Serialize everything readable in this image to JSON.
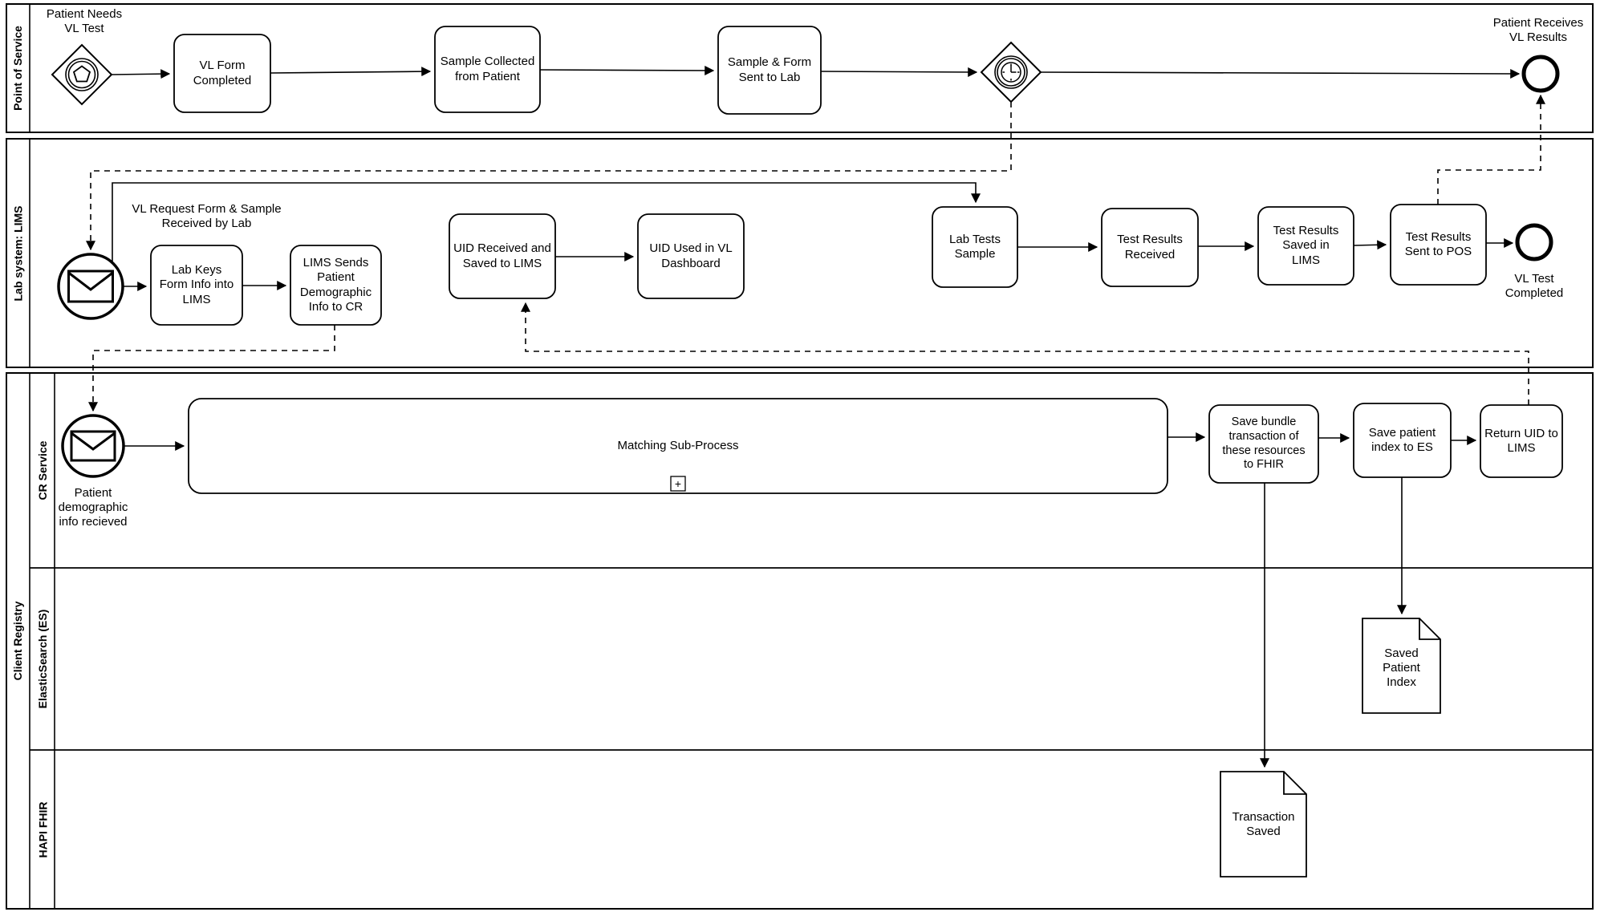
{
  "pools": {
    "point_of_service": {
      "label": "Point of Service"
    },
    "lims": {
      "label": "Lab system: LIMS"
    },
    "client_registry": {
      "label": "Client Registry",
      "lanes": {
        "cr_service": {
          "label": "CR Service"
        },
        "elasticsearch": {
          "label": "ElasticSearch (ES)"
        },
        "hapi_fhir": {
          "label": "HAPI FHIR"
        }
      }
    }
  },
  "nodes": {
    "patient_needs": "Patient Needs\nVL Test",
    "vl_form": "VL Form\nCompleted",
    "sample_collected": "Sample Collected\nfrom Patient",
    "sample_sent": "Sample & Form\nSent to Lab",
    "patient_receives": "Patient Receives\nVL Results",
    "lab_received": "VL Request Form & Sample\nReceived by Lab",
    "lab_keys": "Lab Keys\nForm Info into\nLIMS",
    "lims_sends": "LIMS Sends\nPatient\nDemographic\nInfo to CR",
    "uid_received": "UID Received and\nSaved to LIMS",
    "uid_used": "UID Used in VL\nDashboard",
    "lab_tests": "Lab Tests\nSample",
    "results_received": "Test Results\nReceived",
    "results_saved": "Test Results\nSaved in\nLIMS",
    "results_sent": "Test Results\nSent to POS",
    "vl_completed": "VL Test\nCompleted",
    "patient_demo": "Patient\ndemographic\ninfo recieved",
    "matching": "Matching Sub-Process",
    "subprocess_marker": "+",
    "save_bundle": "Save bundle\ntransaction of\nthese resources\nto FHIR",
    "save_index": "Save patient\nindex to ES",
    "return_uid": "Return UID to\nLIMS",
    "saved_index_doc": "Saved\nPatient\nIndex",
    "transaction_doc": "Transaction\nSaved"
  }
}
